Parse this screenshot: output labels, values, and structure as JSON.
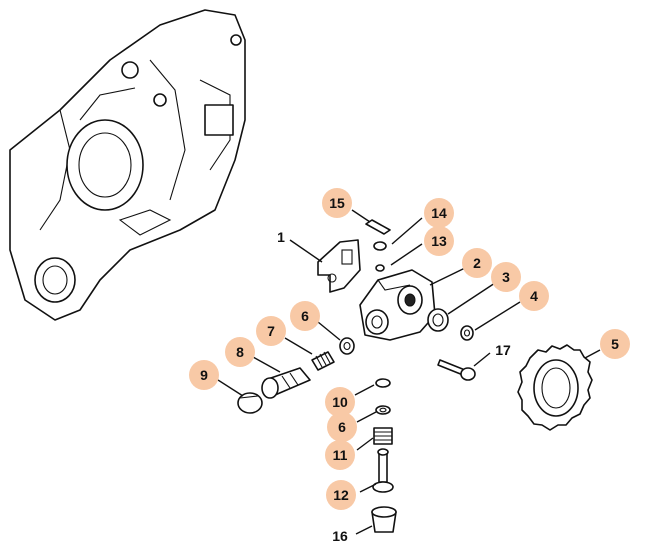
{
  "callouts": [
    {
      "id": "c1",
      "label": "1",
      "highlight": false
    },
    {
      "id": "c2",
      "label": "2",
      "highlight": true
    },
    {
      "id": "c3",
      "label": "3",
      "highlight": true
    },
    {
      "id": "c4",
      "label": "4",
      "highlight": true
    },
    {
      "id": "c5",
      "label": "5",
      "highlight": true
    },
    {
      "id": "c6a",
      "label": "6",
      "highlight": true
    },
    {
      "id": "c6b",
      "label": "6",
      "highlight": true
    },
    {
      "id": "c7",
      "label": "7",
      "highlight": true
    },
    {
      "id": "c8",
      "label": "8",
      "highlight": true
    },
    {
      "id": "c9",
      "label": "9",
      "highlight": true
    },
    {
      "id": "c10",
      "label": "10",
      "highlight": true
    },
    {
      "id": "c11",
      "label": "11",
      "highlight": true
    },
    {
      "id": "c12",
      "label": "12",
      "highlight": true
    },
    {
      "id": "c13",
      "label": "13",
      "highlight": true
    },
    {
      "id": "c14",
      "label": "14",
      "highlight": true
    },
    {
      "id": "c15",
      "label": "15",
      "highlight": true
    },
    {
      "id": "c16",
      "label": "16",
      "highlight": false
    },
    {
      "id": "c17",
      "label": "17",
      "highlight": false
    }
  ],
  "colors": {
    "badge": "#f8c9a6",
    "line": "#111111",
    "background": "#ffffff"
  }
}
